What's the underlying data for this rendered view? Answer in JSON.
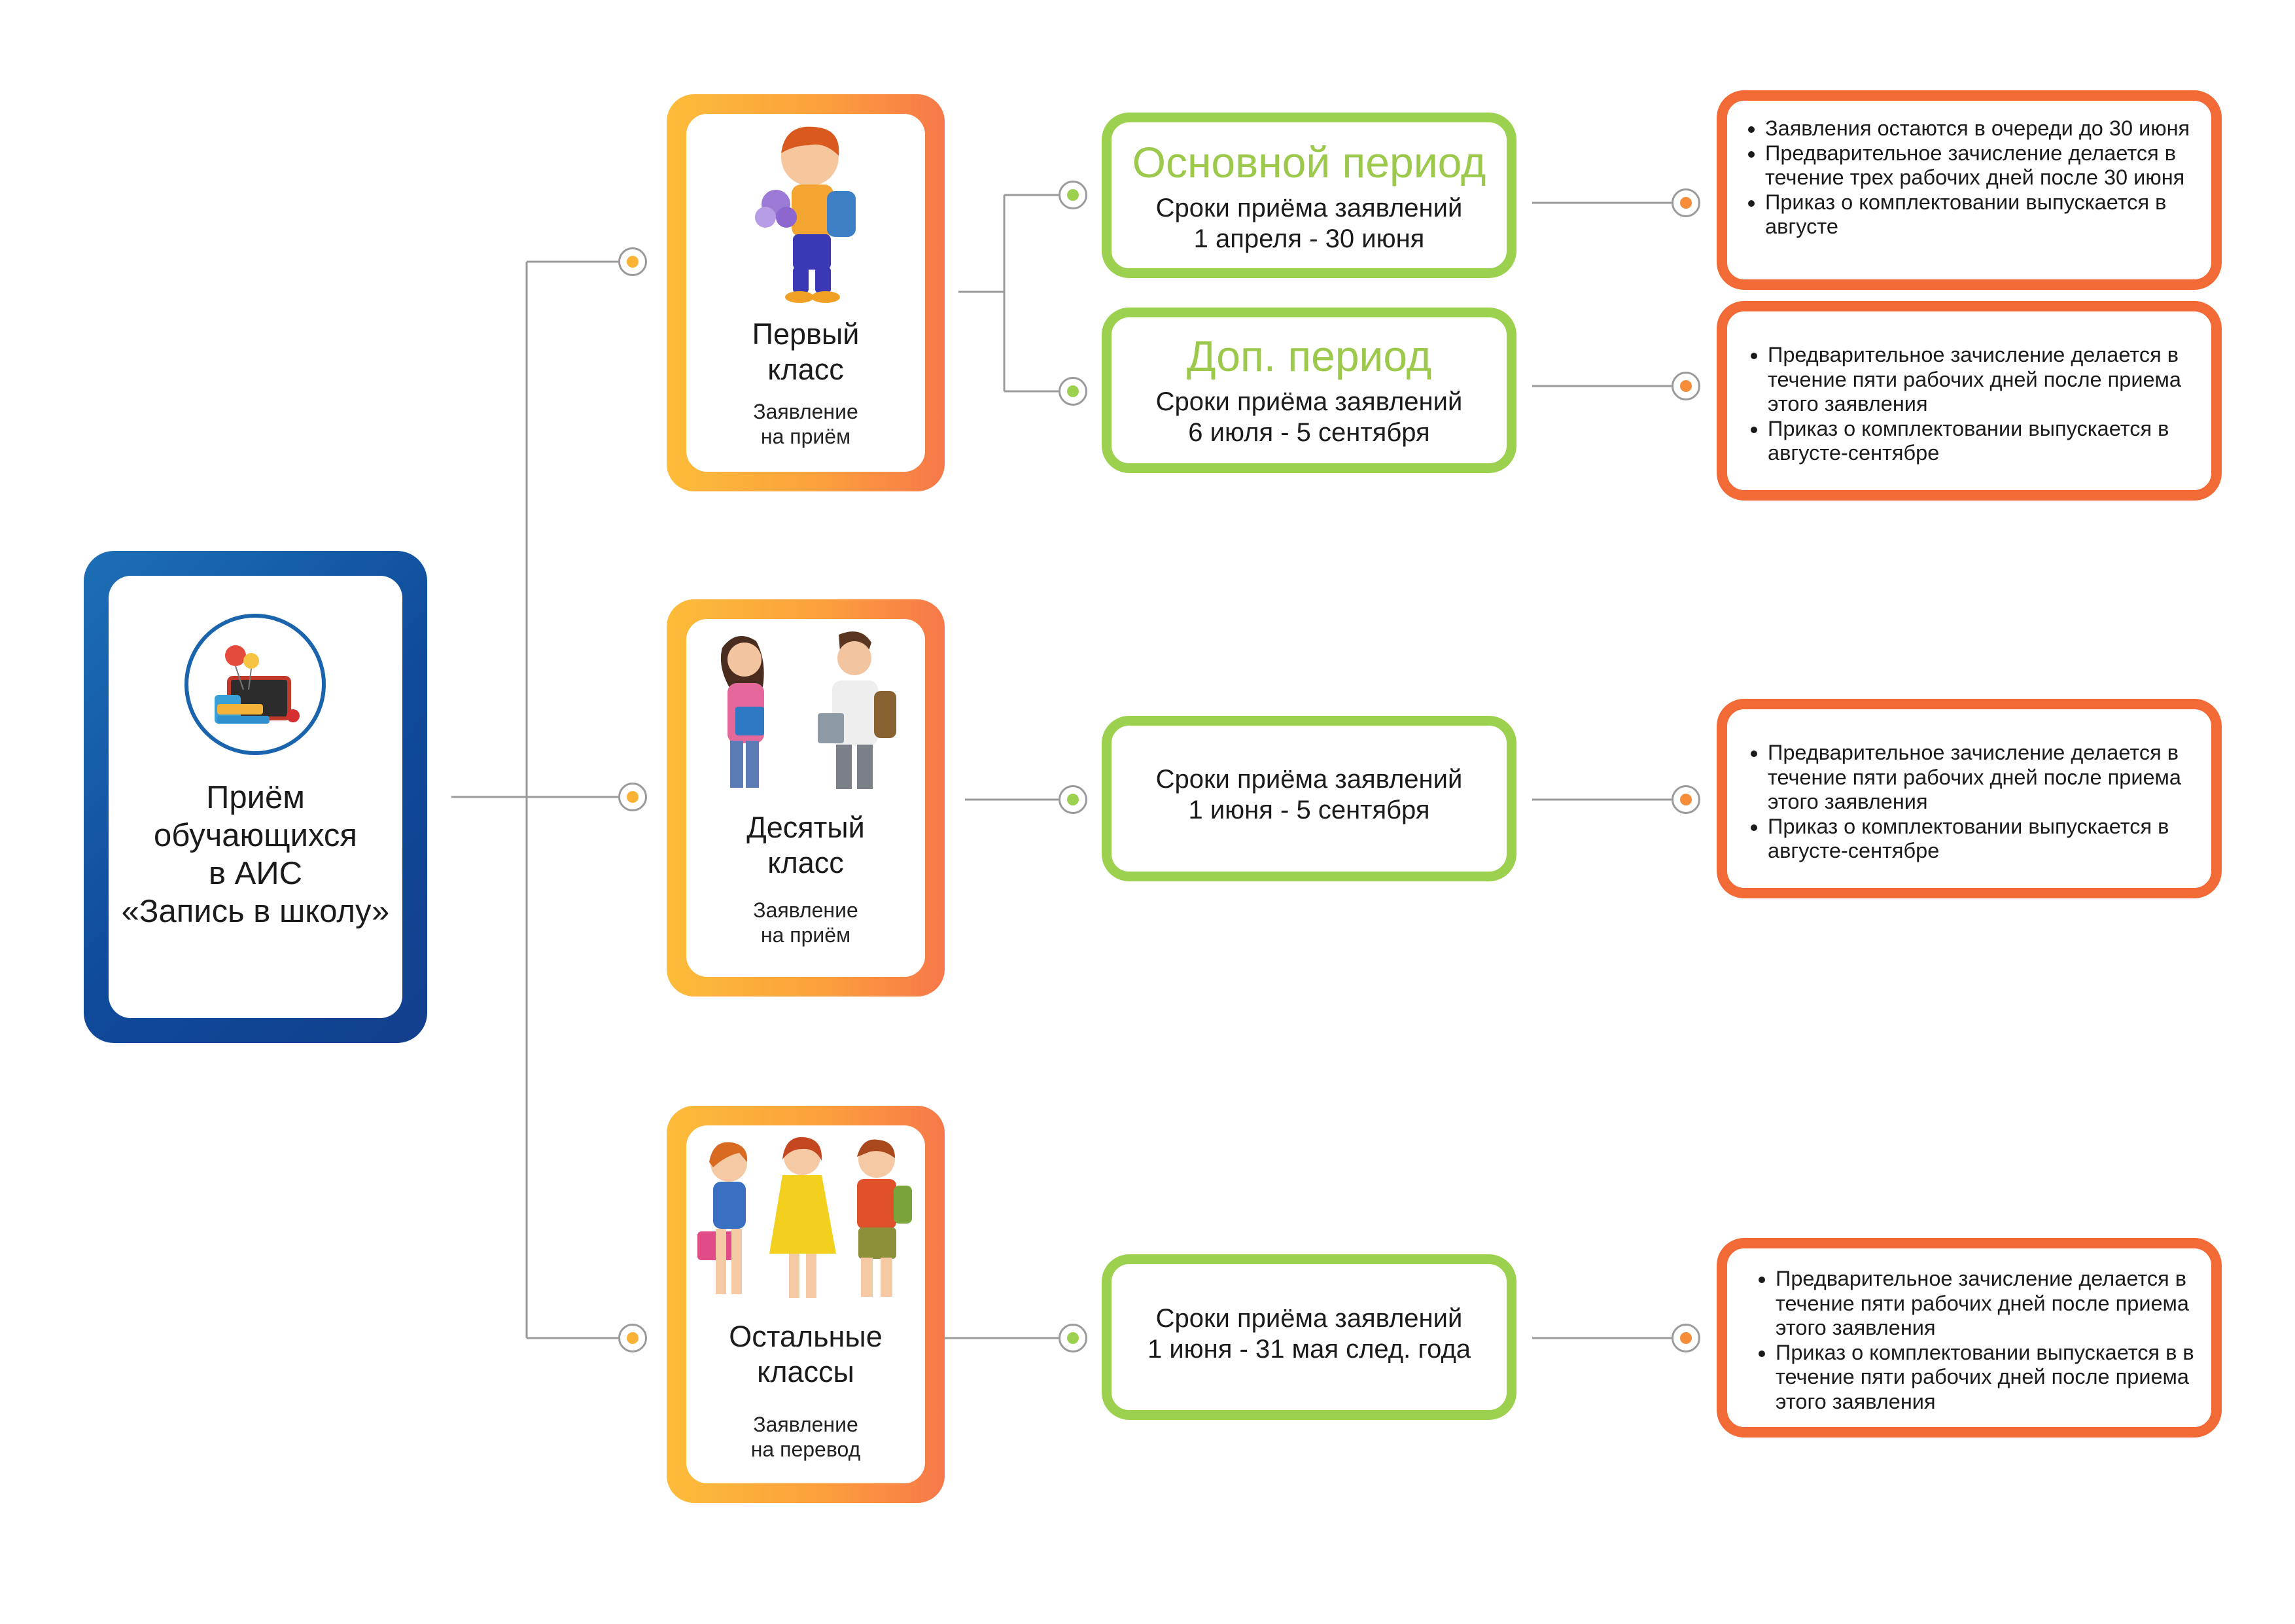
{
  "root": {
    "lines": [
      "Приём",
      "обучающихся",
      "в АИС",
      "«Запись в школу»"
    ],
    "icon": "school-board-icon"
  },
  "grades": [
    {
      "title_lines": [
        "Первый",
        "класс"
      ],
      "sub_lines": [
        "Заявление",
        "на приём"
      ],
      "icon": "first-grader-icon"
    },
    {
      "title_lines": [
        "Десятый",
        "класс"
      ],
      "sub_lines": [
        "Заявление",
        "на приём"
      ],
      "icon": "teenagers-icon"
    },
    {
      "title_lines": [
        "Остальные",
        "классы"
      ],
      "sub_lines": [
        "Заявление",
        "на перевод"
      ],
      "icon": "children-icon"
    }
  ],
  "periods": [
    {
      "heading": "Основной период",
      "lines": [
        "Сроки приёма заявлений",
        "1 апреля - 30 июня"
      ]
    },
    {
      "heading": "Доп. период",
      "lines": [
        "Сроки приёма заявлений",
        "6 июля - 5 сентября"
      ]
    },
    {
      "heading": "",
      "lines": [
        "Сроки приёма заявлений",
        "1 июня - 5 сентября"
      ]
    },
    {
      "heading": "",
      "lines": [
        "Сроки приёма заявлений",
        "1 июня - 31 мая след. года"
      ]
    }
  ],
  "infos": [
    {
      "items": [
        "Заявления остаются в очереди до 30 июня",
        "Предварительное зачисление делается в течение трех рабочих дней после 30 июня",
        "Приказ о комплектовании выпускается в августе"
      ]
    },
    {
      "items": [
        "Предварительное зачисление делается в течение пяти рабочих дней после приема этого заявления",
        "Приказ о комплектовании выпускается в августе-сентябре"
      ]
    },
    {
      "items": [
        "Предварительное зачисление делается в течение пяти рабочих дней после приема этого заявления",
        "Приказ о комплектовании выпускается в августе-сентябре"
      ]
    },
    {
      "items": [
        "Предварительное зачисление делается в течение пяти рабочих дней после приема этого заявления",
        "Приказ о комплектовании выпускается в в течение пяти рабочих дней после приема этого заявления"
      ]
    }
  ],
  "colors": {
    "root_accent": "#1a5fa8",
    "grade_accent": "#fca13c",
    "period_accent": "#9cd04f",
    "info_accent": "#f26a35",
    "connector": "#9a9a9a"
  }
}
